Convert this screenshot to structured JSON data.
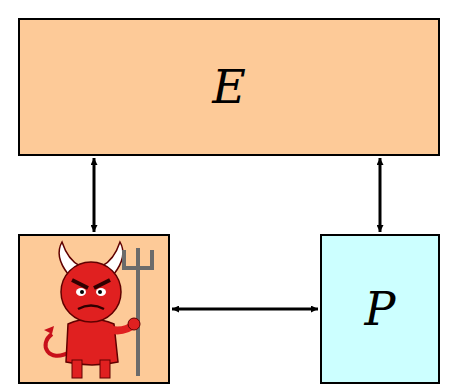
{
  "diagram": {
    "nodes": [
      {
        "text": [
          "E"
        ]
      },
      {
        "text": []
      },
      {
        "text": [
          "P"
        ]
      }
    ],
    "edges": [
      {
        "from": 0,
        "to": 1,
        "arrow": "both"
      },
      {
        "from": 0,
        "to": 2,
        "arrow": "both"
      },
      {
        "from": 1,
        "to": 2,
        "arrow": "both"
      }
    ]
  }
}
